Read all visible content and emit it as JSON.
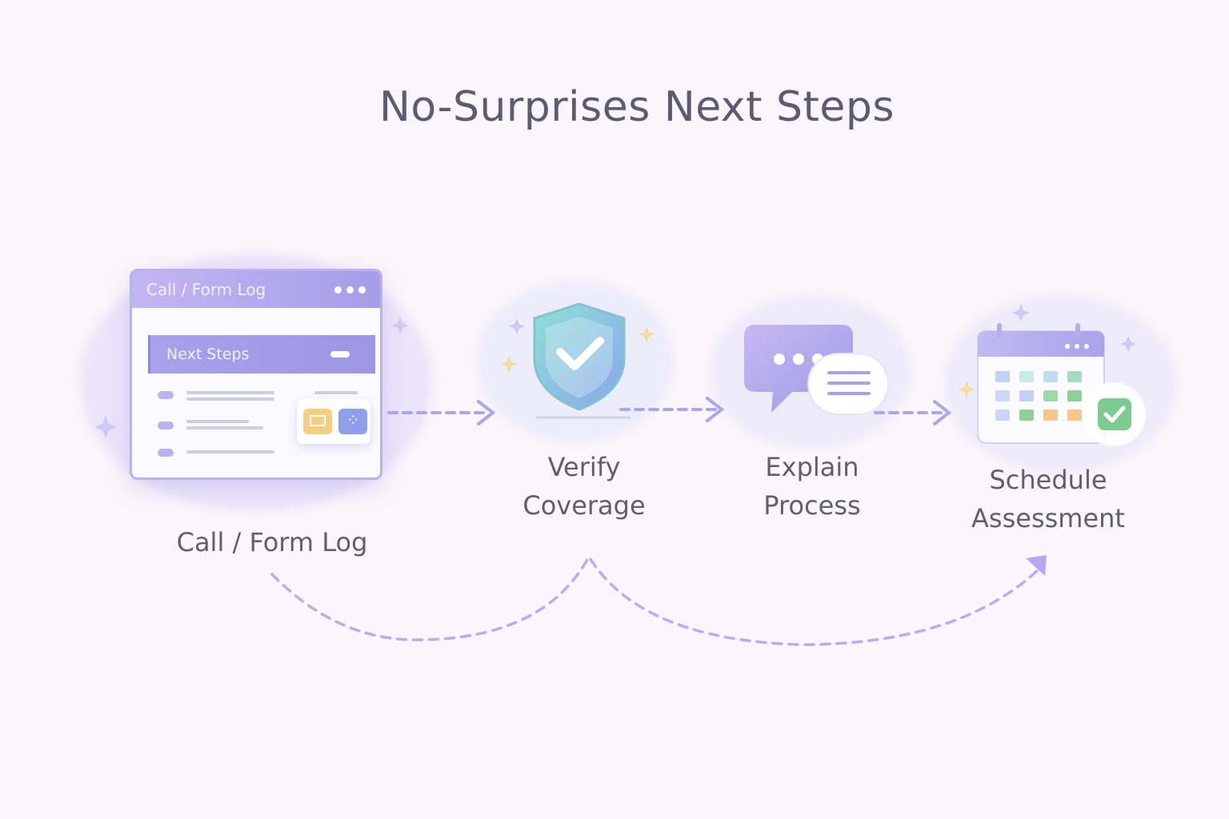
{
  "title": "No-Surprises Next Steps",
  "log_window": {
    "header": "Call / Form Log",
    "highlight": "Next Steps"
  },
  "steps": [
    {
      "label": "Call / Form Log",
      "icon": "log-window-icon"
    },
    {
      "label_lines": [
        "Verify",
        "Coverage"
      ],
      "icon": "shield-check-icon"
    },
    {
      "label_lines": [
        "Explain",
        "Process"
      ],
      "icon": "chat-bubbles-icon"
    },
    {
      "label_lines": [
        "Schedule",
        "Assessment"
      ],
      "icon": "calendar-check-icon"
    }
  ],
  "colors": {
    "background": "#faf6fb",
    "accent": "#a69de8",
    "arrow": "#aaa6ee",
    "shield": "#7fd3d8",
    "check": "#7ecb92"
  }
}
